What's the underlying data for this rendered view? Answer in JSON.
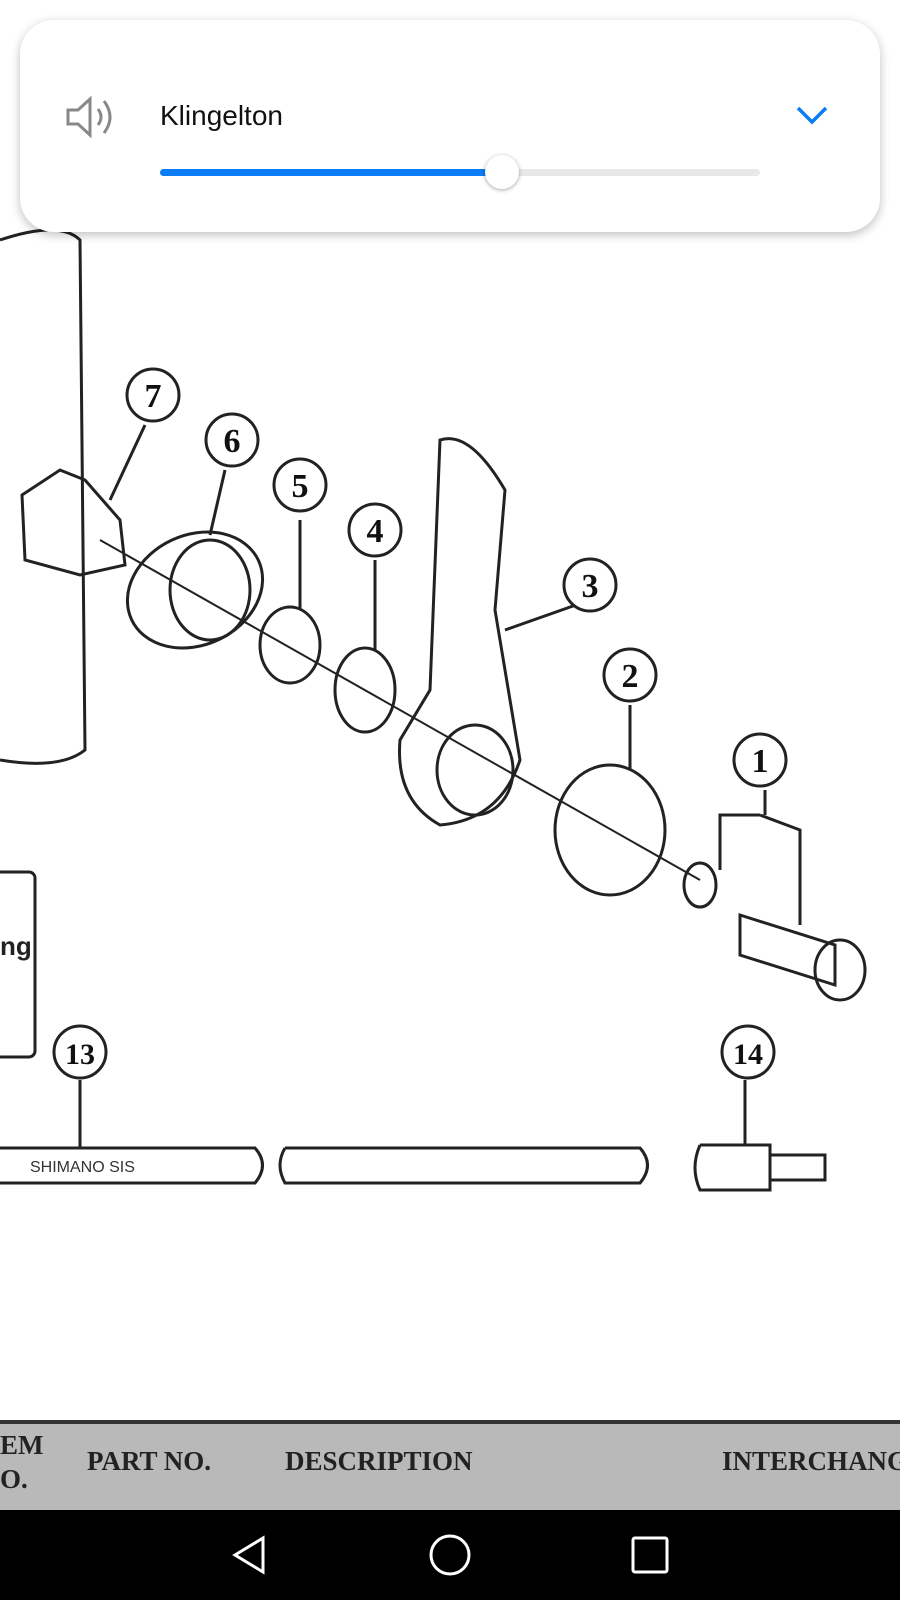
{
  "volume_panel": {
    "title": "Klingelton",
    "volume_fraction": 0.57,
    "accent_color": "#0a7cf5",
    "icons": {
      "speaker": "speaker-icon",
      "expand": "chevron-down-icon"
    }
  },
  "diagram": {
    "callouts": [
      "1",
      "2",
      "3",
      "4",
      "5",
      "6",
      "7",
      "13",
      "14"
    ],
    "cable_label": "SHIMANO SIS",
    "side_label": "ng"
  },
  "parts_table": {
    "headers": {
      "item_no_line1": "EM",
      "item_no_line2": "O.",
      "part_no": "PART NO.",
      "description": "DESCRIPTION",
      "interchange": "INTERCHANG"
    }
  },
  "nav_bar": {
    "back": "back-icon",
    "home": "home-icon",
    "recents": "recents-icon"
  }
}
